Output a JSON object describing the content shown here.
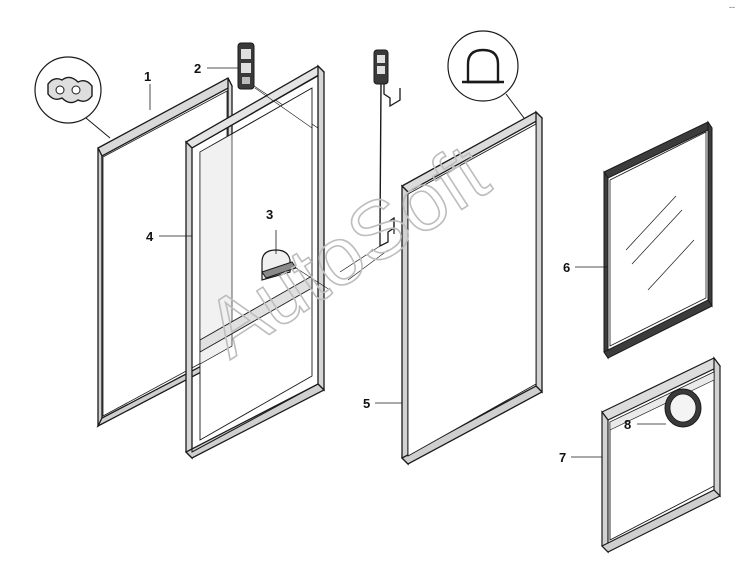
{
  "diagram": {
    "callouts": [
      {
        "id": "1",
        "label": "1"
      },
      {
        "id": "2",
        "label": "2"
      },
      {
        "id": "3",
        "label": "3"
      },
      {
        "id": "4",
        "label": "4"
      },
      {
        "id": "5",
        "label": "5"
      },
      {
        "id": "6",
        "label": "6"
      },
      {
        "id": "7",
        "label": "7"
      },
      {
        "id": "8",
        "label": "8"
      }
    ],
    "watermark": "AutoSoft",
    "corner_mark": "--",
    "colors": {
      "line": "#1a1a1a",
      "frame_fill": "#e8e8e8",
      "frame_dark": "#5a5a5a",
      "watermark": "#bdbdbd"
    }
  }
}
